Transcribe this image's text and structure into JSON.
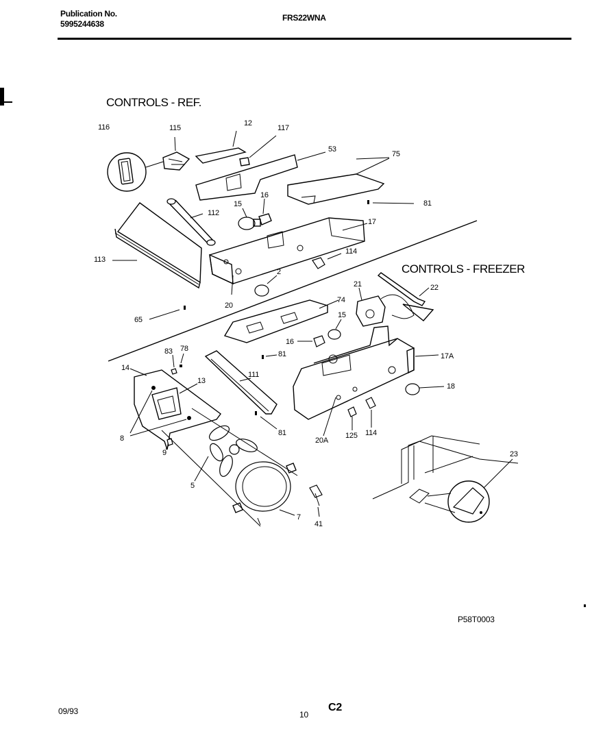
{
  "header": {
    "publication_label": "Publication No.",
    "publication_number": "5995244638",
    "model": "FRS22WNA"
  },
  "sections": {
    "ref": "CONTROLS  -  REF.",
    "freezer": "CONTROLS  -  FREEZER"
  },
  "callouts": {
    "c116": "116",
    "c115": "115",
    "c12": "12",
    "c117": "117",
    "c53": "53",
    "c75": "75",
    "c16a": "16",
    "c15a": "15",
    "c112": "112",
    "c81a": "81",
    "c17": "17",
    "c113": "113",
    "c114a": "114",
    "c2": "2",
    "c20": "20",
    "c65": "65",
    "c74": "74",
    "c21": "21",
    "c22": "22",
    "c15b": "15",
    "c16b": "16",
    "c81b": "81",
    "c83": "83",
    "c78": "78",
    "c17A": "17A",
    "c14": "14",
    "c13": "13",
    "c111": "111",
    "c18": "18",
    "c8": "8",
    "c81c": "81",
    "c20A": "20A",
    "c125": "125",
    "c114b": "114",
    "c9": "9",
    "c5": "5",
    "c23": "23",
    "c7": "7",
    "c41": "41"
  },
  "footer": {
    "code": "P58T0003",
    "date": "09/93",
    "page": "10",
    "section": "C2"
  }
}
